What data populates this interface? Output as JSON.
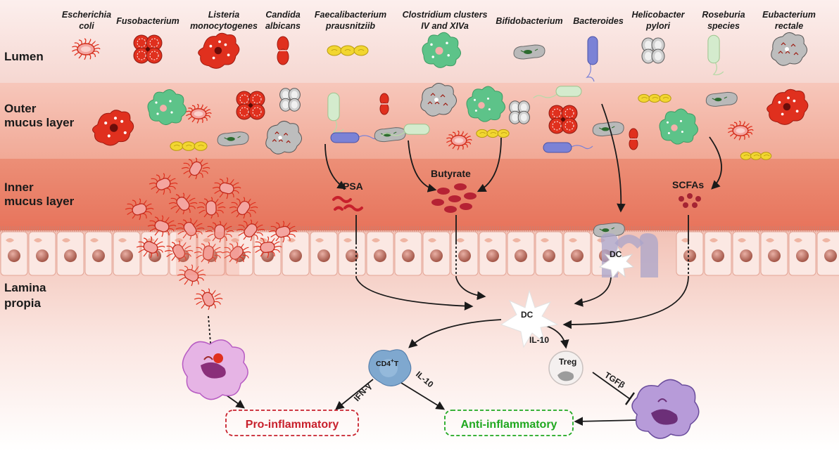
{
  "layers": {
    "lumen": [
      "Lumen"
    ],
    "outer_mucus": [
      "Outer",
      "mucus layer"
    ],
    "inner_mucus": [
      "Inner",
      "mucus layer"
    ],
    "lamina_propria": [
      "Lamina",
      "propia"
    ]
  },
  "organisms": [
    {
      "id": "escherichia",
      "lines": [
        "Escherichia",
        "coli"
      ]
    },
    {
      "id": "fusobacterium",
      "lines": [
        "Fusobacterium"
      ]
    },
    {
      "id": "listeria",
      "lines": [
        "Listeria",
        "monocytogenes"
      ]
    },
    {
      "id": "candida",
      "lines": [
        "Candida",
        "albicans"
      ]
    },
    {
      "id": "faecalibacterium",
      "lines": [
        "Faecalibacterium",
        "prausnitziib"
      ]
    },
    {
      "id": "clostridium",
      "lines": [
        "Clostridium clusters",
        "IV and XIVa"
      ]
    },
    {
      "id": "bifidobacterium",
      "lines": [
        "Bifidobacterium"
      ]
    },
    {
      "id": "bacteroides",
      "lines": [
        "Bacteroides"
      ]
    },
    {
      "id": "helicobacter",
      "lines": [
        "Helicobacter",
        "pylori"
      ]
    },
    {
      "id": "roseburia",
      "lines": [
        "Roseburia",
        "species"
      ]
    },
    {
      "id": "eubacterium",
      "lines": [
        "Eubacterium",
        "rectale"
      ]
    }
  ],
  "metabolites": {
    "psa": "PSA",
    "butyrate": "Butyrate",
    "scfas": "SCFAs"
  },
  "cells": {
    "dc_epithelium": "DC",
    "dc_lamina": "DC",
    "cd4": "CD4",
    "cd4_sup": "+",
    "cd4_suffix": "T",
    "treg": "Treg"
  },
  "cytokines": {
    "il10_dc": "IL-10",
    "ifn": "IFN-γ",
    "il10_cd4": "IL-10",
    "tgfb": "TGFβ"
  },
  "outcomes": {
    "pro": "Pro-inflammatory",
    "anti": "Anti-inflammatory"
  },
  "colors": {
    "pro": "#c8202c",
    "anti": "#1fa81f",
    "red_bacteria": "#e0301e",
    "green_bacteria": "#5dc389",
    "yellow_bacteria": "#f2d630",
    "grey_bacteria": "#b9b9b9",
    "blue_bacteria": "#7b82d6",
    "pink_bacteria": "#f4a5a0",
    "macrophage": "#c77ad1"
  }
}
